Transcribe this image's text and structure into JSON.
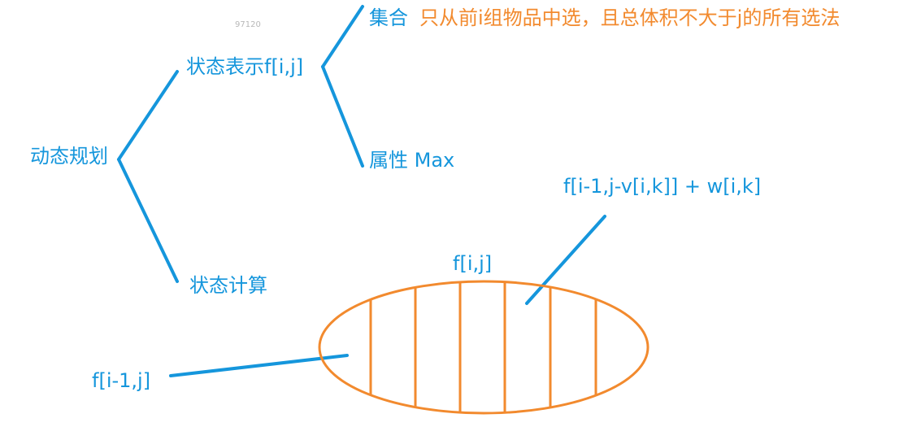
{
  "watermark": "97120",
  "labels": {
    "root": "动态规划",
    "state_repr": "状态表示f[i,j]",
    "set_label": "集合",
    "set_desc": "只从前i组物品中选，且总体积不大于j的所有选法",
    "attribute": "属性 Max",
    "state_calc": "状态计算",
    "ellipse_title": "f[i,j]",
    "right_formula": "f[i-1,j-v[i,k]] + w[i,k]",
    "left_formula": "f[i-1,j]"
  },
  "colors": {
    "blue": "#1596dc",
    "orange": "#f28a2e"
  }
}
